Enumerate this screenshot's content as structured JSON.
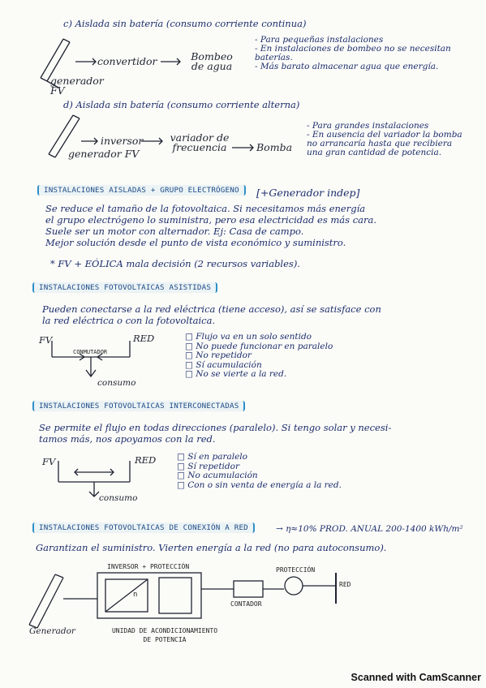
{
  "section_c": {
    "title": "c) Aislada sin batería (consumo corriente continua)",
    "nodes": {
      "generator": "generador FV",
      "converter": "convertidor",
      "pump": "Bombeo de agua"
    },
    "notes": [
      "- Para pequeñas instalaciones",
      "- En instalaciones de bombeo no se necesitan baterías.",
      "- Más barato almacenar agua que energía."
    ]
  },
  "section_d": {
    "title": "d) Aislada sin batería (consumo corriente alterna)",
    "nodes": {
      "inverter": "inversor",
      "generator": "generador FV",
      "variator": "variador de frecuencia",
      "pump": "Bomba"
    },
    "notes": [
      "- Para grandes instalaciones",
      "- En ausencia del variador la bomba no arrancaría hasta que recibiera una gran cantidad de potencia."
    ]
  },
  "section_grupo": {
    "heading": "INSTALACIONES AISLADAS + GRUPO ELECTRÓGENO",
    "bracket_note": "[+Generador indep]",
    "body": [
      "Se reduce el tamaño de la fotovoltaica. Si necesitamos más energía",
      "el grupo electrógeno lo suministra, pero esa electricidad es más cara.",
      "Suele ser un motor con alternador. Ej: Casa de campo.",
      "Mejor solución desde el punto de vista económico y suministro."
    ],
    "note": "* FV + EÓLICA mala decisión (2 recursos variables)."
  },
  "section_asist": {
    "heading": "INSTALACIONES FOTOVOLTAICAS ASISTIDAS",
    "body": [
      "Pueden conectarse a la red eléctrica (tiene acceso), así se satisface con",
      "la red eléctrica o con la fotovoltaica."
    ],
    "diagram": {
      "fv": "FV",
      "red": "RED",
      "switch": "CONMUTADOR",
      "consumo": "consumo"
    },
    "checklist": [
      "Flujo va en un solo sentido",
      "No puede funcionar en paralelo",
      "No repetidor",
      "Sí acumulación",
      "No se vierte a la red."
    ]
  },
  "section_inter": {
    "heading": "INSTALACIONES FOTOVOLTAICAS INTERCONECTADAS",
    "body": [
      "Se permite el flujo en todas direcciones (paralelo). Si tengo solar y necesi-",
      "tamos más, nos apoyamos con la red."
    ],
    "diagram": {
      "fv": "FV",
      "red": "RED",
      "consumo": "consumo"
    },
    "checklist": [
      "Sí en paralelo",
      "Sí repetidor",
      "No acumulación",
      "Con o sin venta de energía a la red."
    ]
  },
  "section_red": {
    "heading": "INSTALACIONES FOTOVOLTAICAS DE CONEXIÓN A RED",
    "side_note": "→ η≈10%   PROD. ANUAL 200-1400 kWh/m²",
    "body": "Garantizan el suministro. Vierten energía a la red (no para autoconsumo).",
    "diagram": {
      "generator": "Generador",
      "inv_label": "INVERSOR + PROTECCIÓN",
      "proteccion": "PROTECCIÓN",
      "contador": "CONTADOR",
      "red": "RED",
      "unit_line1": "UNIDAD DE ACONDICIONAMIENTO",
      "unit_line2": "DE POTENCIA",
      "small_n": "n"
    }
  },
  "footer": "Scanned with CamScanner",
  "colors": {
    "ink": "#1b2d6b",
    "accent": "#2f8fc8",
    "paper": "#fbfbf8"
  }
}
